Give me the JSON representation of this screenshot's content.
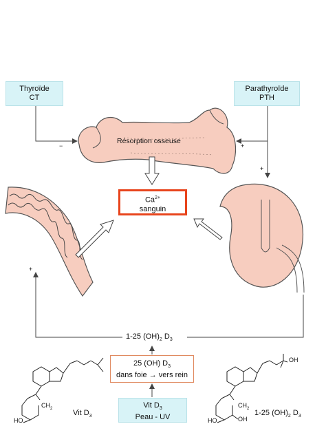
{
  "thyroide": {
    "name": "Thyroïde",
    "hormone": "CT",
    "effect_sign": "−"
  },
  "parathyroide": {
    "name": "Parathyroïde",
    "hormone": "PTH",
    "effect_sign_bone": "+",
    "effect_sign_kidney": "+"
  },
  "bone": {
    "label": "Résorption osseuse"
  },
  "calcium": {
    "symbol": "Ca",
    "charge": "2+",
    "label": "sanguin"
  },
  "intestine": {
    "effect_sign": "+"
  },
  "active_vitd": {
    "label_prefix": "1-25 (OH)",
    "sub": "2",
    "label_mid": " D",
    "sub2": "3"
  },
  "liver_box": {
    "line1_prefix": "25 (OH) D",
    "line1_sub": "3",
    "line2": "dans foie → vers rein"
  },
  "skin_box": {
    "line1_prefix": "Vit D",
    "line1_sub": "3",
    "line2": "Peau - UV"
  },
  "vitd3_label": {
    "prefix": "Vit D",
    "sub": "3"
  },
  "active_label": {
    "prefix": "1-25 (OH)",
    "sub": "2",
    "mid": " D",
    "sub2": "3"
  },
  "molecule_labels": {
    "oh": "OH",
    "ho": "HO",
    "ch2": "CH",
    "ch2_sub": "2"
  },
  "colors": {
    "organ_fill": "#f7cdbf",
    "box_fill": "#d8f3f7",
    "calcium_border": "#e8441c",
    "liver_border": "#e08a60"
  }
}
